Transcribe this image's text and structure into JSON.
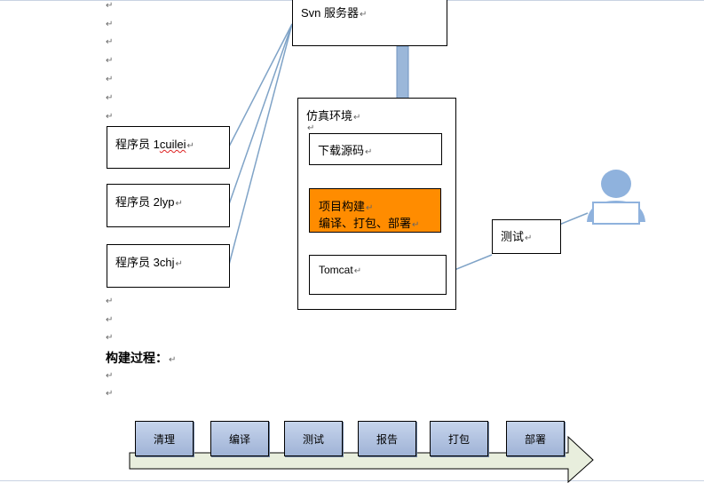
{
  "diagram": {
    "svn_server": "Svn 服务器",
    "programmers": [
      {
        "prefix": "程序员 1",
        "name": "cuilei"
      },
      {
        "prefix": "程序员 2",
        "name": "lyp"
      },
      {
        "prefix": "程序员 3",
        "name": "chj"
      }
    ],
    "sim_env_title": "仿真环境",
    "download_source": "下载源码",
    "build_line1": "项目构建",
    "build_line2": "编译、打包、部署",
    "tomcat": "Tomcat",
    "test": "测试",
    "user_icon": "user-icon"
  },
  "section_heading": "构建过程：",
  "process_steps": [
    "清理",
    "编译",
    "测试",
    "报告",
    "打包",
    "部署"
  ],
  "paragraph_mark": "↵",
  "colors": {
    "orange_box": "#ff8c00",
    "arrow_blue": "#9bb7d9",
    "line_blue": "#7fa3c7",
    "step_box": "#b3c5e6",
    "process_arrow": "#e8eedd"
  }
}
